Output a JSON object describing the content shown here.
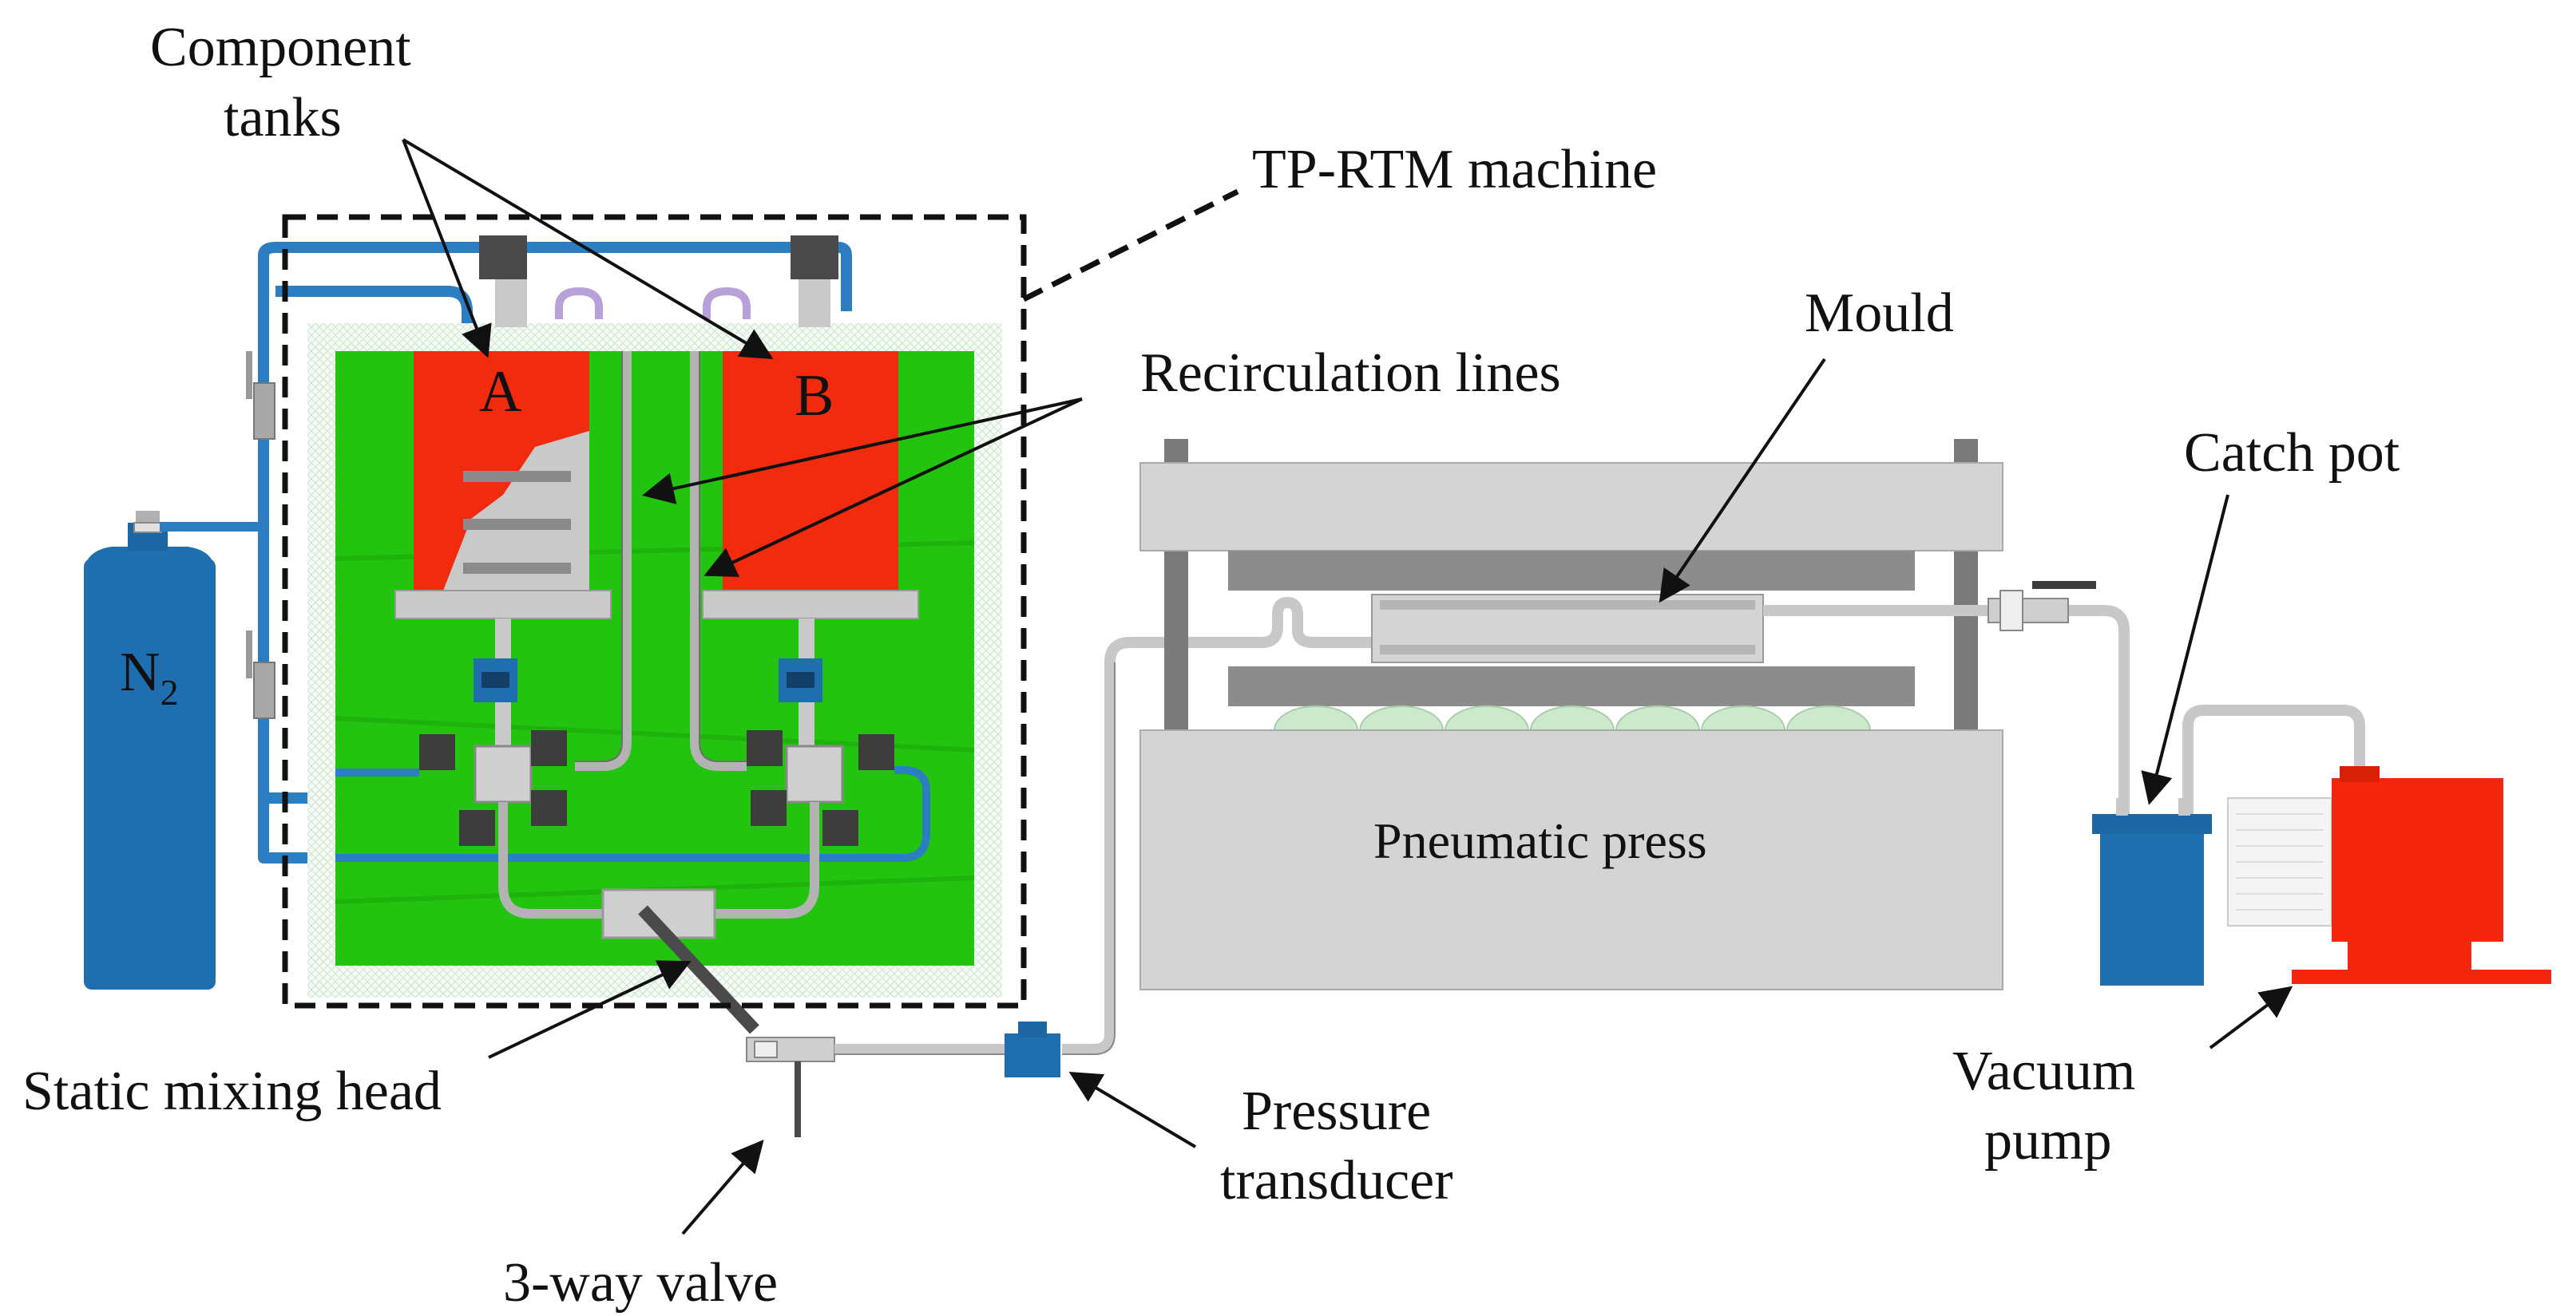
{
  "labels": {
    "component_tanks_line1": "Component",
    "component_tanks_line2": "tanks",
    "tp_rtm_machine": "TP-RTM machine",
    "recirculation_lines": "Recirculation lines",
    "mould": "Mould",
    "catch_pot": "Catch pot",
    "pneumatic_press": "Pneumatic press",
    "static_mixing_head": "Static mixing head",
    "pressure_line1": "Pressure",
    "pressure_line2": "transducer",
    "three_way_valve": "3-way valve",
    "vacuum_line1": "Vacuum",
    "vacuum_line2": "pump",
    "tank_a": "A",
    "tank_b": "B",
    "n2_base": "N",
    "n2_sub": "2"
  },
  "colors": {
    "machine_green": "#22c40f",
    "tank_red": "#f22b0f",
    "pipe_blue": "#2a7ec1",
    "component_blue": "#1f6fb0",
    "press_gray": "#d4d4d4",
    "dark_gray": "#8c8c8c",
    "pump_red": "#f5260e"
  }
}
